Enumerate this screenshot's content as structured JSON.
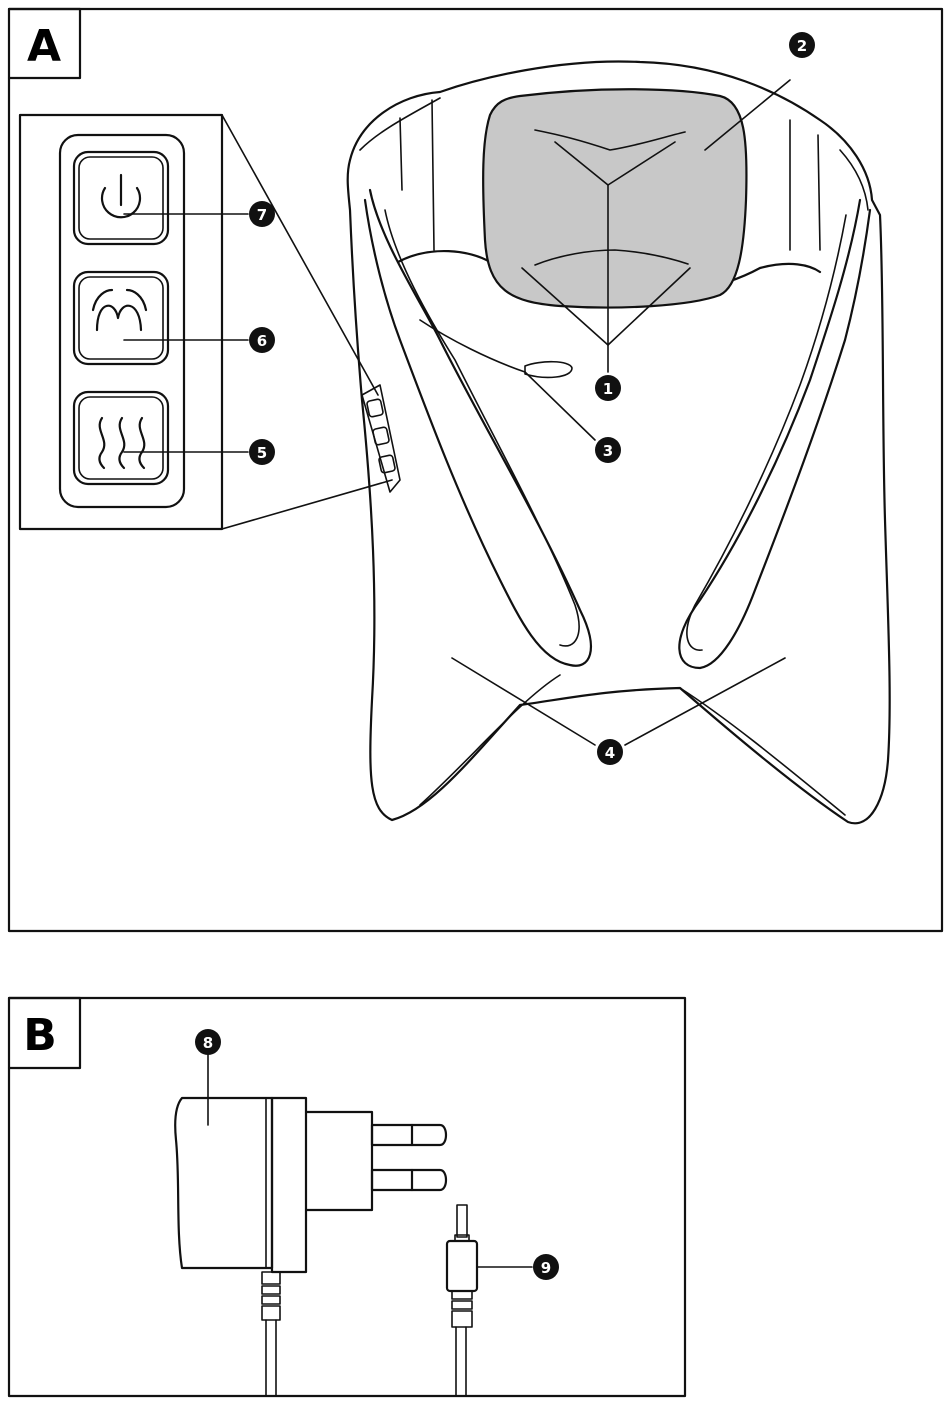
{
  "panels": [
    {
      "id": "A",
      "label": "A"
    },
    {
      "id": "B",
      "label": "B"
    }
  ],
  "callouts": [
    {
      "id": "c1",
      "number": "1",
      "icon": "massage-head-pointer"
    },
    {
      "id": "c2",
      "number": "2",
      "icon": "massage-pad-pointer"
    },
    {
      "id": "c3",
      "number": "3",
      "icon": "power-socket-pointer"
    },
    {
      "id": "c4",
      "number": "4",
      "icon": "arm-loop-pointer"
    },
    {
      "id": "c5",
      "number": "5",
      "icon": "heat-button-pointer"
    },
    {
      "id": "c6",
      "number": "6",
      "icon": "massage-button-pointer"
    },
    {
      "id": "c7",
      "number": "7",
      "icon": "power-button-pointer"
    },
    {
      "id": "c8",
      "number": "8",
      "icon": "adapter-pointer"
    },
    {
      "id": "c9",
      "number": "9",
      "icon": "dc-plug-pointer"
    }
  ],
  "icons": {
    "power": "power-icon",
    "massage": "massage-wave-icon",
    "heat": "heat-waves-icon"
  },
  "colors": {
    "line": "#111111",
    "pad": "#c8c8c8",
    "background": "#ffffff"
  }
}
